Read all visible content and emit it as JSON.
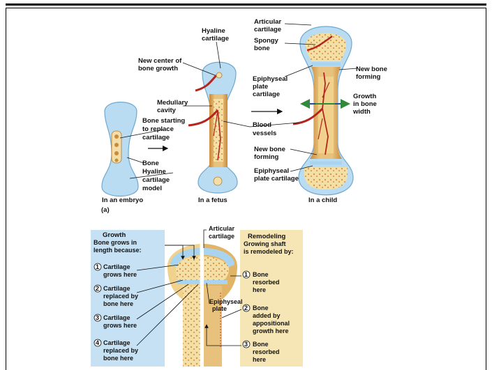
{
  "fig_a": {
    "panel_label": "(a)",
    "captions": {
      "embryo": "In an embryo",
      "fetus": "In a fetus",
      "child": "In a child"
    },
    "embryo_labels": {
      "bone_replace": [
        "Bone starting",
        "to replace",
        "cartilage"
      ],
      "bone": "Bone",
      "hyaline_model": [
        "Hyaline",
        "cartilage",
        "model"
      ]
    },
    "fetus_labels": {
      "hyaline": [
        "Hyaline",
        "cartilage"
      ],
      "new_center": [
        "New center of",
        "bone growth"
      ],
      "medullary": [
        "Medullary",
        "cavity"
      ],
      "blood": [
        "Blood",
        "vessels"
      ]
    },
    "child_labels": {
      "articular": [
        "Articular",
        "cartilage"
      ],
      "spongy": [
        "Spongy",
        "bone"
      ],
      "epi_plate": [
        "Epiphyseal",
        "plate",
        "cartilage"
      ],
      "new_forming_r": [
        "New bone",
        "forming"
      ],
      "growth_width": [
        "Growth",
        "in bone",
        "width"
      ],
      "new_forming_l": [
        "New bone",
        "forming"
      ],
      "epi_plate_lower": [
        "Epiphyseal",
        "plate cartilage"
      ]
    }
  },
  "fig_b": {
    "growth": {
      "title": "Growth",
      "intro": [
        "Bone grows in",
        "length because:"
      ],
      "steps": [
        {
          "num": "1",
          "lines": [
            "Cartilage",
            "grows here"
          ]
        },
        {
          "num": "2",
          "lines": [
            "Cartilage",
            "replaced by",
            "bone here"
          ]
        },
        {
          "num": "3",
          "lines": [
            "Cartilage",
            "grows here"
          ]
        },
        {
          "num": "4",
          "lines": [
            "Cartilage",
            "replaced by",
            "bone here"
          ]
        }
      ]
    },
    "articular": [
      "Articular",
      "cartilage"
    ],
    "epi_plate": [
      "Epiphyseal",
      "plate"
    ],
    "remodeling": {
      "title": "Remodeling",
      "intro": [
        "Growing shaft",
        "is remodeled by:"
      ],
      "steps": [
        {
          "num": "1",
          "lines": [
            "Bone",
            "resorbed",
            "here"
          ]
        },
        {
          "num": "2",
          "lines": [
            "Bone",
            "added by",
            "appositional",
            "growth here"
          ]
        },
        {
          "num": "3",
          "lines": [
            "Bone",
            "resorbed",
            "here"
          ]
        }
      ]
    }
  },
  "colors": {
    "cartilage": "#a9d4ef",
    "bone": "#f3dea8",
    "bone_dark": "#c98a3a",
    "vessel": "#b3261e",
    "growth_box": "#c6e1f3",
    "remodel_box": "#f7e6b5",
    "arrow_blue": "#1f4f9a",
    "arrow_green": "#2f8a3c"
  }
}
